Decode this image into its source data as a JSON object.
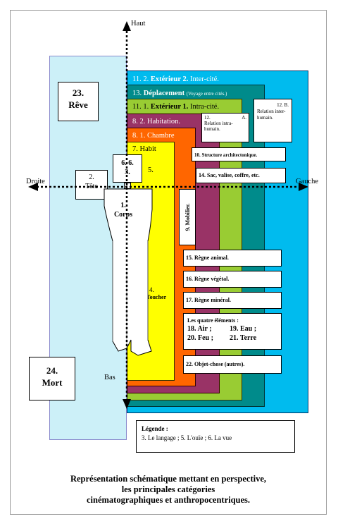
{
  "axes": {
    "haut": "Haut",
    "bas": "Bas",
    "droite": "Droite",
    "gauche": "Gauche"
  },
  "boxes": {
    "reve": {
      "num": "23.",
      "label": "Rêve"
    },
    "mort": {
      "num": "24.",
      "label": "Mort"
    },
    "tete": {
      "num": "2.",
      "label": "Tête"
    },
    "head": {
      "line1": "6. 6.",
      "line2": "3."
    },
    "corps": {
      "num": "1.",
      "label": "Corps"
    }
  },
  "bands": {
    "ext2": {
      "num": "11. 2.",
      "bold": "Extérieur 2.",
      "rest": "Inter-cité."
    },
    "depl": {
      "num": "13.",
      "bold": "Déplacement",
      "small": "(Voyage entre cités.)"
    },
    "ext1": {
      "num": "11. 1.",
      "bold": "Extérieur 1.",
      "rest": "Intra-cité."
    },
    "habitation": "8. 2. Habitation.",
    "chambre": "8. 1. Chambre",
    "habit": "7. Habit",
    "five": "5.",
    "toucher_num": "4.",
    "toucher": "Toucher"
  },
  "relations": {
    "a_num": "12.",
    "a_letter": "A.",
    "a_text": "Relation intra-humain.",
    "b_title": "12. B.",
    "b_text": "Relation inter-humain."
  },
  "white_boxes": {
    "structure": "10. Structure architectonique.",
    "sac": "14. Sac, valise, coffre, etc.",
    "mobilier": "9. Mobilier.",
    "animal": "15. Règne animal.",
    "vegetal": "16. Règne végétal.",
    "mineral": "17. Règne minéral.",
    "quatre_title": "Les quatre éléments :",
    "quatre_row1a": "18. Air ;",
    "quatre_row1b": "19. Eau ;",
    "quatre_row2a": "20. Feu ;",
    "quatre_row2b": "21. Terre",
    "objet": "22. Objet-chose (autres)."
  },
  "legend": {
    "title": "Légende :",
    "text": "3. Le langage ; 5. L'ouïe ; 6. La vue"
  },
  "caption": {
    "line1": "Représentation schématique mettant en perspective,",
    "line2": "les principales catégories",
    "line3": "cinématographiques et anthropocentriques."
  },
  "colors": {
    "lightblue": "#ccf0f8",
    "cyan": "#00bbee",
    "teal": "#008b8b",
    "lime": "#99cc33",
    "plum": "#993366",
    "orange": "#ff6600",
    "yellow": "#ffff00"
  }
}
